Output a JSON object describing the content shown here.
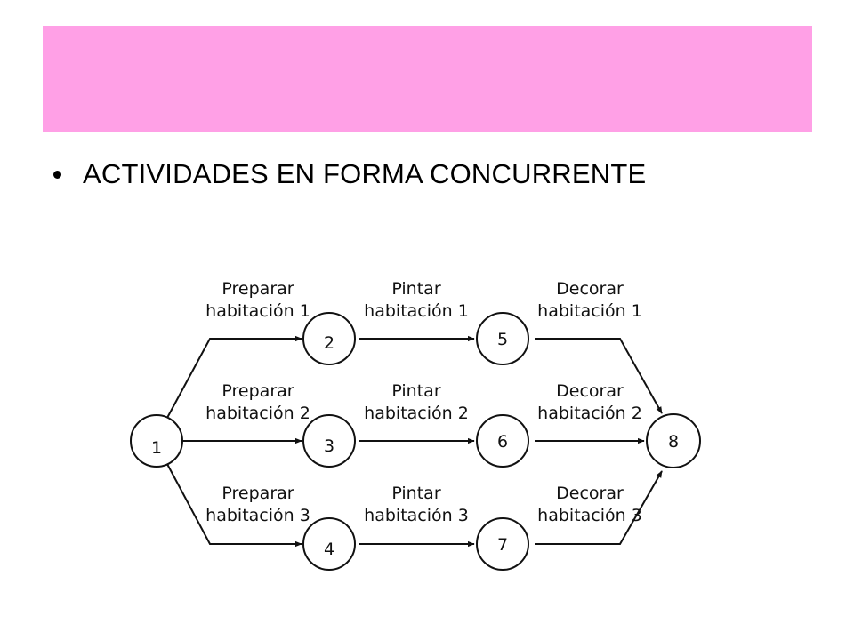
{
  "banner": {
    "color": "#ffa0e6"
  },
  "bullet": {
    "text": "ACTIVIDADES EN FORMA CONCURRENTE"
  },
  "diagram": {
    "nodes": [
      "1",
      "2",
      "3",
      "4",
      "5",
      "6",
      "7",
      "8"
    ],
    "activities": [
      {
        "line1": "Preparar",
        "line2": "habitación 1"
      },
      {
        "line1": "Preparar",
        "line2": "habitación 2"
      },
      {
        "line1": "Preparar",
        "line2": "habitación 3"
      },
      {
        "line1": "Pintar",
        "line2": "habitación 1"
      },
      {
        "line1": "Pintar",
        "line2": "habitación 2"
      },
      {
        "line1": "Pintar",
        "line2": "habitación 3"
      },
      {
        "line1": "Decorar",
        "line2": "habitación 1"
      },
      {
        "line1": "Decorar",
        "line2": "habitación 2"
      },
      {
        "line1": "Decorar",
        "line2": "habitación 3"
      }
    ]
  }
}
